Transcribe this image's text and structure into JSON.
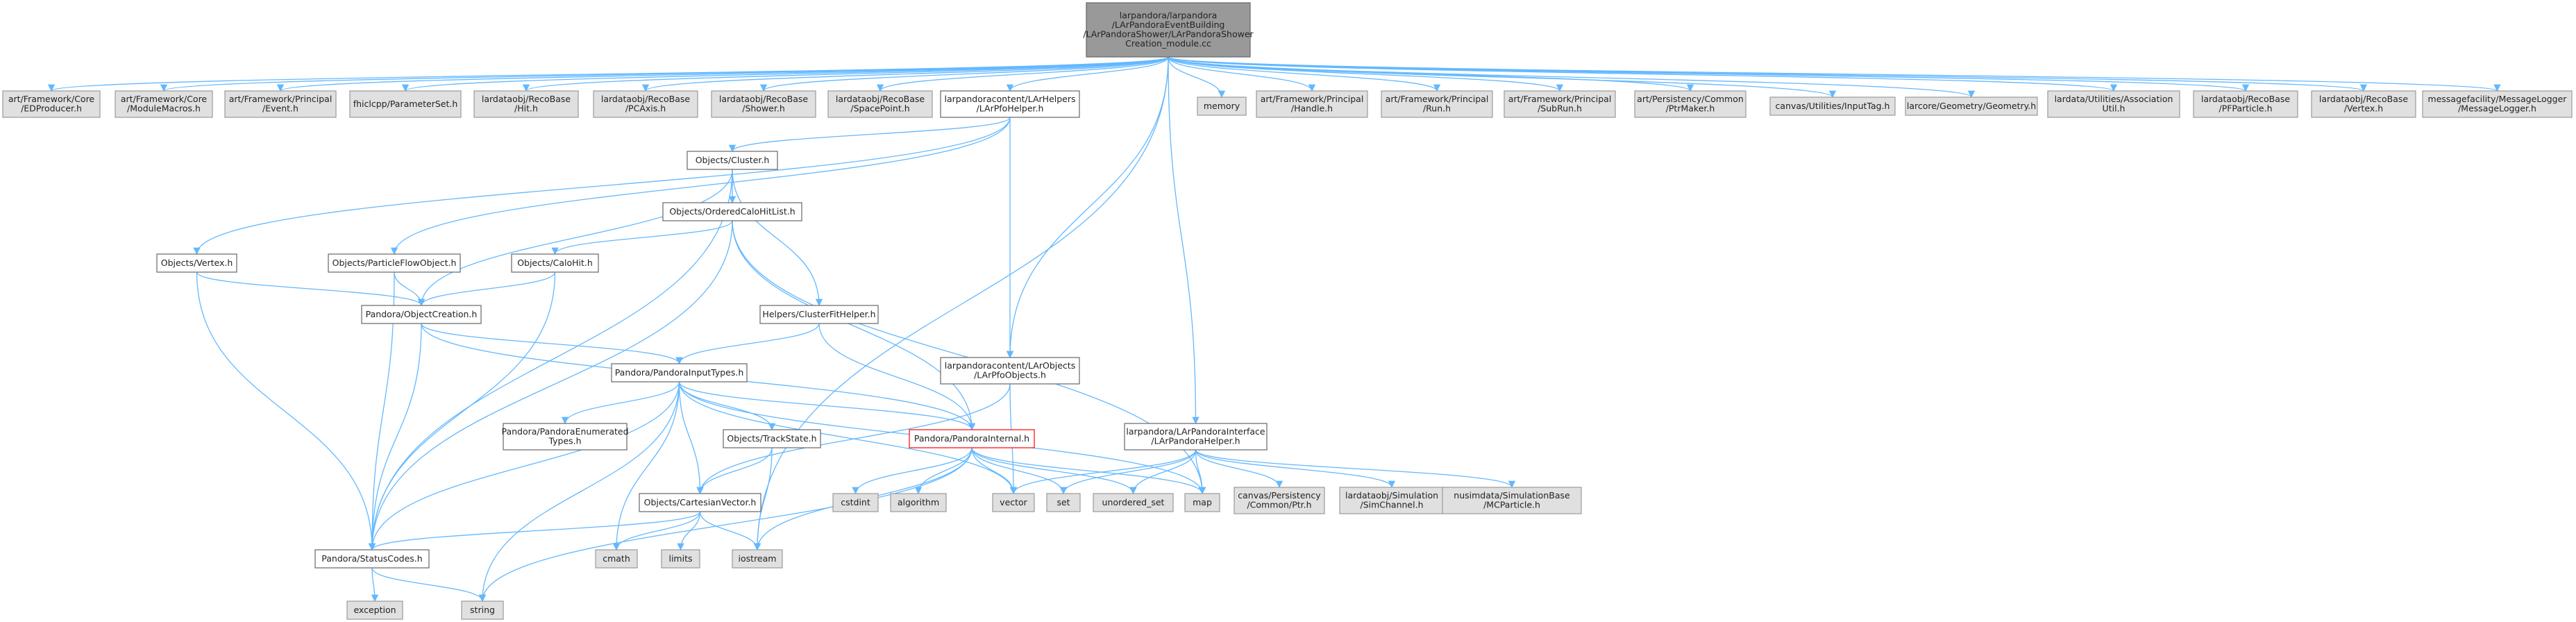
{
  "colors": {
    "edge": "#63b8ff",
    "root_fill": "#999999",
    "external_fill": "#e0e0e0",
    "external_stroke": "#999999",
    "internal_fill": "#ffffff",
    "internal_stroke": "#666666",
    "highlight_stroke": "#ff0000",
    "highlight_text": "#ff0000"
  },
  "nodes": [
    {
      "id": "root",
      "lines": [
        "larpandora/larpandora",
        "/LArPandoraEventBuilding",
        "/LArPandoraShower/LArPandoraShower",
        "Creation_module.cc"
      ],
      "kind": "root"
    },
    {
      "id": "edproducer",
      "lines": [
        "art/Framework/Core",
        "/EDProducer.h"
      ],
      "kind": "external"
    },
    {
      "id": "modulemacros",
      "lines": [
        "art/Framework/Core",
        "/ModuleMacros.h"
      ],
      "kind": "external"
    },
    {
      "id": "event",
      "lines": [
        "art/Framework/Principal",
        "/Event.h"
      ],
      "kind": "external"
    },
    {
      "id": "parameterset",
      "lines": [
        "fhiclcpp/ParameterSet.h"
      ],
      "kind": "external"
    },
    {
      "id": "hit",
      "lines": [
        "lardataobj/RecoBase",
        "/Hit.h"
      ],
      "kind": "external"
    },
    {
      "id": "pcaxis",
      "lines": [
        "lardataobj/RecoBase",
        "/PCAxis.h"
      ],
      "kind": "external"
    },
    {
      "id": "shower",
      "lines": [
        "lardataobj/RecoBase",
        "/Shower.h"
      ],
      "kind": "external"
    },
    {
      "id": "spacepoint",
      "lines": [
        "lardataobj/RecoBase",
        "/SpacePoint.h"
      ],
      "kind": "external"
    },
    {
      "id": "larpfohelper",
      "lines": [
        "larpandoracontent/LArHelpers",
        "/LArPfoHelper.h"
      ],
      "kind": "internal"
    },
    {
      "id": "memory",
      "lines": [
        "memory"
      ],
      "kind": "external"
    },
    {
      "id": "handle",
      "lines": [
        "art/Framework/Principal",
        "/Handle.h"
      ],
      "kind": "external"
    },
    {
      "id": "run",
      "lines": [
        "art/Framework/Principal",
        "/Run.h"
      ],
      "kind": "external"
    },
    {
      "id": "subrun",
      "lines": [
        "art/Framework/Principal",
        "/SubRun.h"
      ],
      "kind": "external"
    },
    {
      "id": "ptrmaker",
      "lines": [
        "art/Persistency/Common",
        "/PtrMaker.h"
      ],
      "kind": "external"
    },
    {
      "id": "inputtag",
      "lines": [
        "canvas/Utilities/InputTag.h"
      ],
      "kind": "external"
    },
    {
      "id": "geometry",
      "lines": [
        "larcore/Geometry/Geometry.h"
      ],
      "kind": "external"
    },
    {
      "id": "association",
      "lines": [
        "lardata/Utilities/Association",
        "Util.h"
      ],
      "kind": "external"
    },
    {
      "id": "pfparticle",
      "lines": [
        "lardataobj/RecoBase",
        "/PFParticle.h"
      ],
      "kind": "external"
    },
    {
      "id": "vertexreco",
      "lines": [
        "lardataobj/RecoBase",
        "/Vertex.h"
      ],
      "kind": "external"
    },
    {
      "id": "messagelogger",
      "lines": [
        "messagefacility/MessageLogger",
        "/MessageLogger.h"
      ],
      "kind": "external"
    },
    {
      "id": "cluster",
      "lines": [
        "Objects/Cluster.h"
      ],
      "kind": "internal"
    },
    {
      "id": "orderedcalohitlist",
      "lines": [
        "Objects/OrderedCaloHitList.h"
      ],
      "kind": "internal"
    },
    {
      "id": "vertexobj",
      "lines": [
        "Objects/Vertex.h"
      ],
      "kind": "internal"
    },
    {
      "id": "particleflowobject",
      "lines": [
        "Objects/ParticleFlowObject.h"
      ],
      "kind": "internal"
    },
    {
      "id": "calohit",
      "lines": [
        "Objects/CaloHit.h"
      ],
      "kind": "internal"
    },
    {
      "id": "clusterfithelper",
      "lines": [
        "Helpers/ClusterFitHelper.h"
      ],
      "kind": "internal"
    },
    {
      "id": "objectcreation",
      "lines": [
        "Pandora/ObjectCreation.h"
      ],
      "kind": "internal"
    },
    {
      "id": "larpfoobjects",
      "lines": [
        "larpandoracontent/LArObjects",
        "/LArPfoObjects.h"
      ],
      "kind": "internal"
    },
    {
      "id": "pandorainputtypes",
      "lines": [
        "Pandora/PandoraInputTypes.h"
      ],
      "kind": "internal"
    },
    {
      "id": "larpandorahelper",
      "lines": [
        "larpandora/LArPandoraInterface",
        "/LArPandoraHelper.h"
      ],
      "kind": "internal"
    },
    {
      "id": "enumeratedtypes",
      "lines": [
        "Pandora/PandoraEnumerated",
        "Types.h"
      ],
      "kind": "internal"
    },
    {
      "id": "trackstate",
      "lines": [
        "Objects/TrackState.h"
      ],
      "kind": "internal"
    },
    {
      "id": "pandorainternal",
      "lines": [
        "Pandora/PandoraInternal.h"
      ],
      "kind": "highlight"
    },
    {
      "id": "cstdint",
      "lines": [
        "cstdint"
      ],
      "kind": "external"
    },
    {
      "id": "algorithm",
      "lines": [
        "algorithm"
      ],
      "kind": "external"
    },
    {
      "id": "vector",
      "lines": [
        "vector"
      ],
      "kind": "external"
    },
    {
      "id": "set",
      "lines": [
        "set"
      ],
      "kind": "external"
    },
    {
      "id": "unorderedset",
      "lines": [
        "unordered_set"
      ],
      "kind": "external"
    },
    {
      "id": "map",
      "lines": [
        "map"
      ],
      "kind": "external"
    },
    {
      "id": "ptrh",
      "lines": [
        "canvas/Persistency",
        "/Common/Ptr.h"
      ],
      "kind": "external"
    },
    {
      "id": "simchannel",
      "lines": [
        "lardataobj/Simulation",
        "/SimChannel.h"
      ],
      "kind": "external"
    },
    {
      "id": "mcparticle",
      "lines": [
        "nusimdata/SimulationBase",
        "/MCParticle.h"
      ],
      "kind": "external"
    },
    {
      "id": "cartesianvector",
      "lines": [
        "Objects/CartesianVector.h"
      ],
      "kind": "internal"
    },
    {
      "id": "statuscodes",
      "lines": [
        "Pandora/StatusCodes.h"
      ],
      "kind": "internal"
    },
    {
      "id": "cmath",
      "lines": [
        "cmath"
      ],
      "kind": "external"
    },
    {
      "id": "limits",
      "lines": [
        "limits"
      ],
      "kind": "external"
    },
    {
      "id": "iostream",
      "lines": [
        "iostream"
      ],
      "kind": "external"
    },
    {
      "id": "exception",
      "lines": [
        "exception"
      ],
      "kind": "external"
    },
    {
      "id": "string",
      "lines": [
        "string"
      ],
      "kind": "external"
    }
  ],
  "edges": [
    [
      "root",
      "edproducer"
    ],
    [
      "root",
      "modulemacros"
    ],
    [
      "root",
      "event"
    ],
    [
      "root",
      "parameterset"
    ],
    [
      "root",
      "hit"
    ],
    [
      "root",
      "pcaxis"
    ],
    [
      "root",
      "shower"
    ],
    [
      "root",
      "spacepoint"
    ],
    [
      "root",
      "larpfohelper"
    ],
    [
      "root",
      "memory"
    ],
    [
      "root",
      "handle"
    ],
    [
      "root",
      "run"
    ],
    [
      "root",
      "subrun"
    ],
    [
      "root",
      "ptrmaker"
    ],
    [
      "root",
      "inputtag"
    ],
    [
      "root",
      "geometry"
    ],
    [
      "root",
      "association"
    ],
    [
      "root",
      "pfparticle"
    ],
    [
      "root",
      "vertexreco"
    ],
    [
      "root",
      "messagelogger"
    ],
    [
      "root",
      "larpfoobjects"
    ],
    [
      "root",
      "larpandorahelper"
    ],
    [
      "root",
      "iostream"
    ],
    [
      "larpfohelper",
      "cluster"
    ],
    [
      "larpfohelper",
      "vertexobj"
    ],
    [
      "larpfohelper",
      "particleflowobject"
    ],
    [
      "larpfohelper",
      "larpfoobjects"
    ],
    [
      "cluster",
      "orderedcalohitlist"
    ],
    [
      "cluster",
      "clusterfithelper"
    ],
    [
      "cluster",
      "objectcreation"
    ],
    [
      "cluster",
      "statuscodes"
    ],
    [
      "orderedcalohitlist",
      "calohit"
    ],
    [
      "orderedcalohitlist",
      "pandorainternal"
    ],
    [
      "orderedcalohitlist",
      "statuscodes"
    ],
    [
      "orderedcalohitlist",
      "map"
    ],
    [
      "vertexobj",
      "objectcreation"
    ],
    [
      "vertexobj",
      "statuscodes"
    ],
    [
      "particleflowobject",
      "objectcreation"
    ],
    [
      "particleflowobject",
      "statuscodes"
    ],
    [
      "calohit",
      "objectcreation"
    ],
    [
      "calohit",
      "statuscodes"
    ],
    [
      "clusterfithelper",
      "pandorainputtypes"
    ],
    [
      "clusterfithelper",
      "pandorainternal"
    ],
    [
      "objectcreation",
      "pandorainputtypes"
    ],
    [
      "objectcreation",
      "pandorainternal"
    ],
    [
      "objectcreation",
      "statuscodes"
    ],
    [
      "larpfoobjects",
      "cartesianvector"
    ],
    [
      "larpfoobjects",
      "vector"
    ],
    [
      "pandorainputtypes",
      "enumeratedtypes"
    ],
    [
      "pandorainputtypes",
      "trackstate"
    ],
    [
      "pandorainputtypes",
      "pandorainternal"
    ],
    [
      "pandorainputtypes",
      "cartesianvector"
    ],
    [
      "pandorainputtypes",
      "statuscodes"
    ],
    [
      "pandorainputtypes",
      "cmath"
    ],
    [
      "pandorainputtypes",
      "string"
    ],
    [
      "pandorainputtypes",
      "vector"
    ],
    [
      "pandorainputtypes",
      "map"
    ],
    [
      "trackstate",
      "cartesianvector"
    ],
    [
      "trackstate",
      "iostream"
    ],
    [
      "pandorainternal",
      "cstdint"
    ],
    [
      "pandorainternal",
      "algorithm"
    ],
    [
      "pandorainternal",
      "vector"
    ],
    [
      "pandorainternal",
      "set"
    ],
    [
      "pandorainternal",
      "unorderedset"
    ],
    [
      "pandorainternal",
      "map"
    ],
    [
      "pandorainternal",
      "iostream"
    ],
    [
      "pandorainternal",
      "string"
    ],
    [
      "larpandorahelper",
      "vector"
    ],
    [
      "larpandorahelper",
      "set"
    ],
    [
      "larpandorahelper",
      "unorderedset"
    ],
    [
      "larpandorahelper",
      "map"
    ],
    [
      "larpandorahelper",
      "ptrh"
    ],
    [
      "larpandorahelper",
      "simchannel"
    ],
    [
      "larpandorahelper",
      "mcparticle"
    ],
    [
      "cartesianvector",
      "statuscodes"
    ],
    [
      "cartesianvector",
      "cmath"
    ],
    [
      "cartesianvector",
      "limits"
    ],
    [
      "cartesianvector",
      "iostream"
    ],
    [
      "statuscodes",
      "exception"
    ],
    [
      "statuscodes",
      "string"
    ]
  ]
}
